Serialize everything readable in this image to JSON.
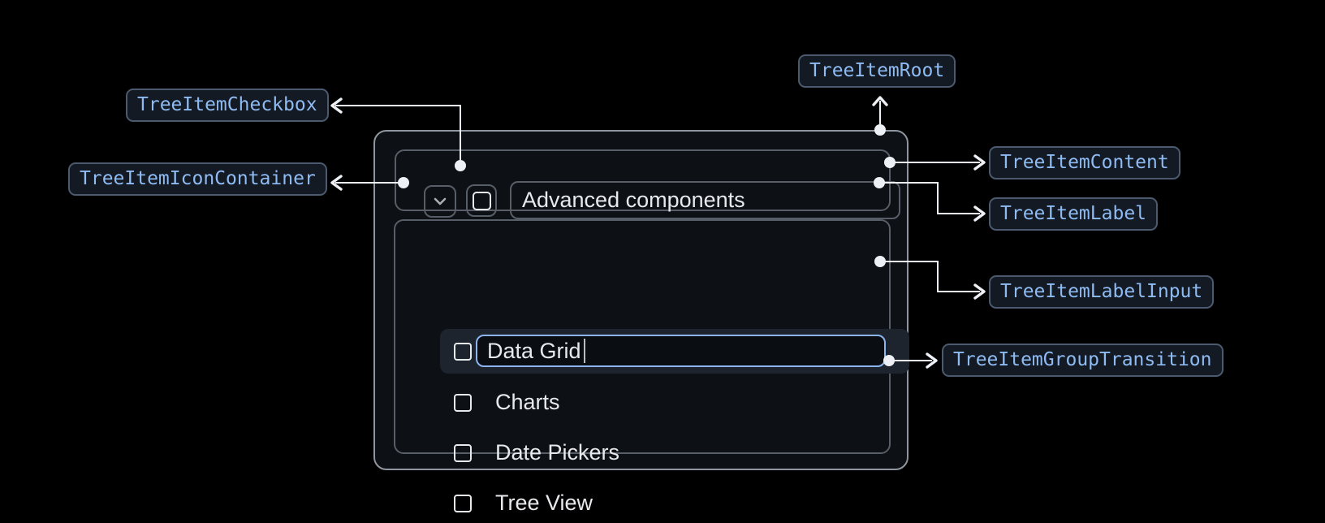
{
  "diagram": {
    "badges": {
      "checkbox": "TreeItemCheckbox",
      "icon_container": "TreeItemIconContainer",
      "root": "TreeItemRoot",
      "content": "TreeItemContent",
      "label": "TreeItemLabel",
      "label_input": "TreeItemLabelInput",
      "group_transition": "TreeItemGroupTransition"
    }
  },
  "tree": {
    "parent": {
      "label": "Advanced components",
      "expanded": true,
      "checked": false
    },
    "children": [
      {
        "label": "Data Grid",
        "state": "editing",
        "checked": false
      },
      {
        "label": "Charts",
        "state": "default",
        "checked": false
      },
      {
        "label": "Date Pickers",
        "state": "default",
        "checked": false
      },
      {
        "label": "Tree View",
        "state": "default",
        "checked": false
      }
    ]
  },
  "colors": {
    "page_background": "#000000",
    "badge_text": "#8fbbf3",
    "badge_border": "#4b5a6e",
    "badge_background": "#141a23",
    "input_focus_border": "#8cb4f0",
    "connector_line": "#edf0f4",
    "row_highlight_background": "#1d242d",
    "outer_panel_border": "#8f969f",
    "inner_panel_border": "#575e67",
    "text_primary": "#e7e9ec"
  }
}
